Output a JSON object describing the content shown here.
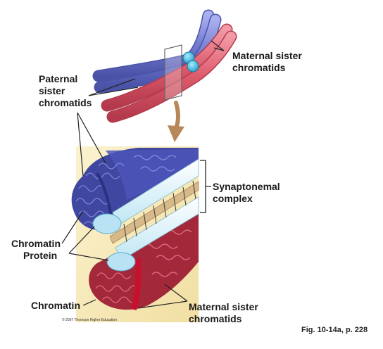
{
  "labels": {
    "maternal_sister_top": [
      "Maternal sister",
      "chromatids"
    ],
    "paternal_sister": [
      "Paternal",
      "sister",
      "chromatids"
    ],
    "synaptonemal_complex": [
      "Synaptonemal",
      "complex"
    ],
    "chromatin_left": "Chromatin",
    "protein": "Protein",
    "chromatin_bottom": "Chromatin",
    "maternal_sister_bottom": [
      "Maternal sister",
      "chromatids"
    ]
  },
  "copyright": "© 2007 Thomson Higher Education",
  "figure_ref": "Fig. 10-14a, p. 228",
  "colors": {
    "paternal": "#7f86d6",
    "maternal": "#e06a7a",
    "centromere": "#3fb8dc",
    "background_panel": "#f6eabc",
    "arrow": "#b7885a",
    "protein": "#b9e3f4"
  }
}
